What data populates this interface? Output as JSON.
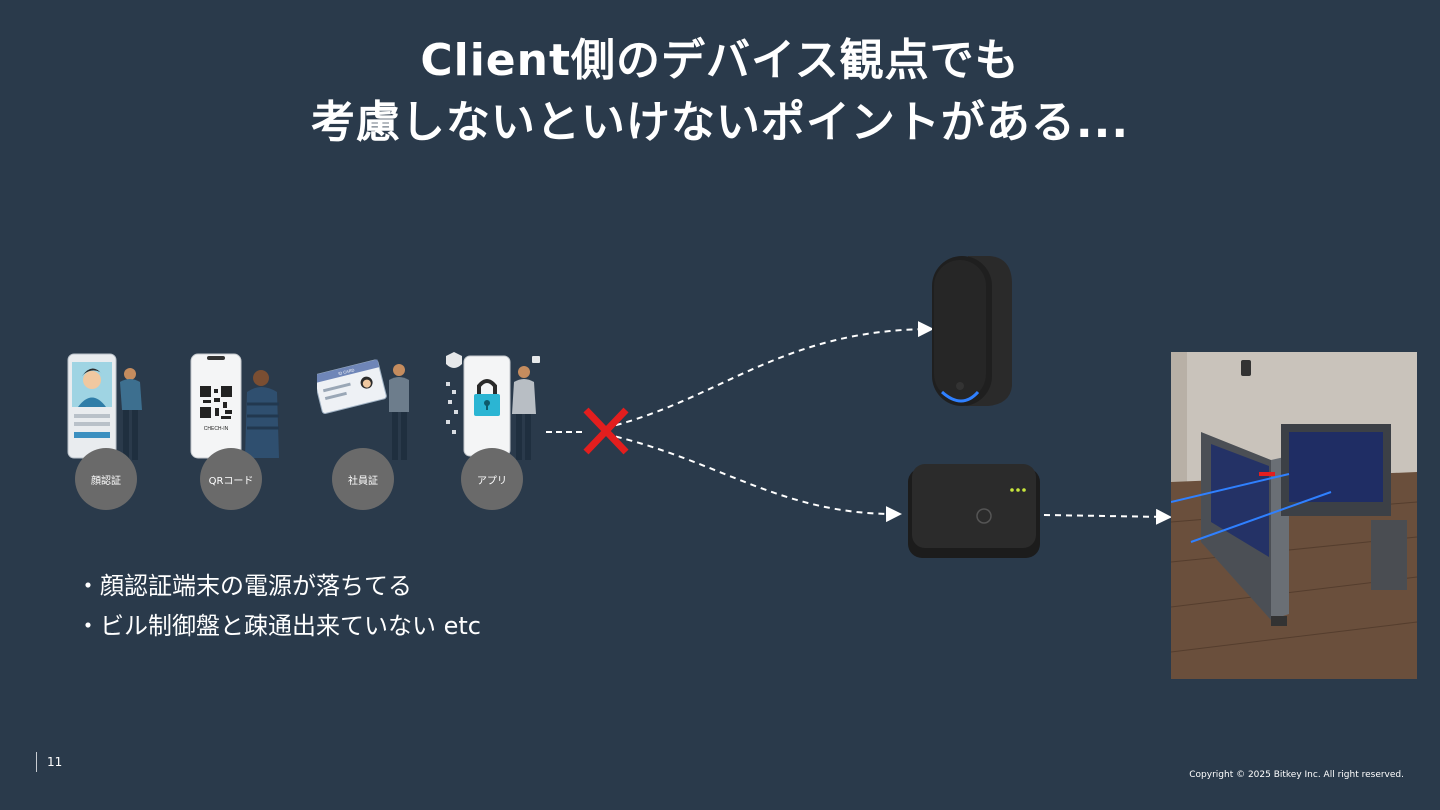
{
  "slide": {
    "title_line1": "Client側のデバイス観点でも",
    "title_line2": "考慮しないといけないポイントがある...",
    "page_number": "11",
    "copyright": "Copyright © 2025 Bitkey Inc. All right reserved."
  },
  "auth_methods": [
    {
      "label": "顔認証",
      "icon": "face-recognition-illustration"
    },
    {
      "label": "QRコード",
      "icon": "qr-code-illustration",
      "caption": "CHECH-IN"
    },
    {
      "label": "社員証",
      "icon": "employee-card-illustration",
      "caption": "ID CARD"
    },
    {
      "label": "アプリ",
      "icon": "smartphone-app-lock-illustration"
    }
  ],
  "bullets": [
    "・顔認証端末の電源が落ちてる",
    "・ビル制御盤と疎通出来ていない etc"
  ],
  "colors": {
    "background": "#2a3a4b",
    "badge": "#6a6a6a",
    "cross": "#e31e1e",
    "led": "#c8e63c",
    "accent_blue": "#2f80ff"
  },
  "icons": {
    "blocked": "red-cross-icon",
    "reader": "wall-reader-device",
    "hub": "hub-device",
    "gate": "security-gate-photo"
  }
}
